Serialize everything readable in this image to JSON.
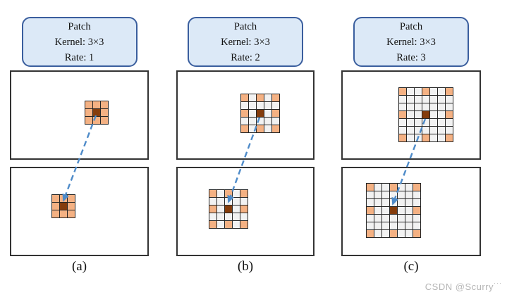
{
  "figure": {
    "panels": [
      {
        "id": "a",
        "label": "(a)",
        "box_lines": [
          "Patch",
          "Kernel: 3×3",
          "Rate: 1"
        ],
        "grid_size": 3,
        "pattern": [
          "ooo",
          "obo",
          "ooo"
        ]
      },
      {
        "id": "b",
        "label": "(b)",
        "box_lines": [
          "Patch",
          "Kernel: 3×3",
          "Rate: 2"
        ],
        "grid_size": 5,
        "pattern": [
          "owowo",
          "wwwww",
          "owbwo",
          "wwwww",
          "owowo"
        ]
      },
      {
        "id": "c",
        "label": "(c)",
        "box_lines": [
          "Patch",
          "Kernel: 3×3",
          "Rate: 3"
        ],
        "grid_size": 7,
        "pattern": [
          "owwowwo",
          "wwwwwww",
          "wwwwwww",
          "owwbwwo",
          "wwwwwww",
          "wwwwwww",
          "owwowwo"
        ]
      }
    ]
  },
  "colors": {
    "cell_orange": "#F4B183",
    "cell_white": "#F2F2F2",
    "cell_brown": "#843C0C",
    "grid_line": "#262626",
    "frame_border": "#333333",
    "box_fill": "#DCE9F7",
    "box_border": "#3A5E9E",
    "arrow": "#4E8BC9",
    "watermark": "#B5B5B5"
  },
  "watermark": {
    "text": "CSDN @Scurry",
    "dots": "···"
  }
}
